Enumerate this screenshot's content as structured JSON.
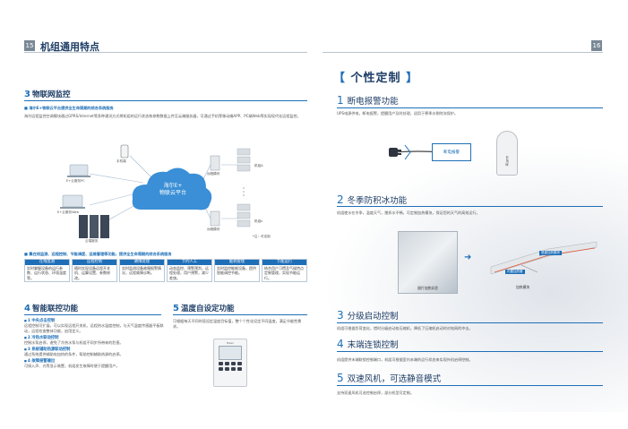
{
  "header": {
    "page_left": "15",
    "page_right": "16",
    "title": "机组通用特点"
  },
  "s3": {
    "num": "3",
    "title": "物联网监控",
    "lead": "■ 海尔E+物联云平台提供全生命周期的综合系统服务",
    "body": "海尔远程监控空调模块通过GPRS/Internet等多种通讯方式将机组的运行状态和参数数据上传至云端服务器，可通过手机等移动端APP、PC端Web等实现现代化远程监控。",
    "diagram": {
      "cloud_line1": "海尔E+",
      "cloud_line2": "物联云平台",
      "server_label": "云端服务",
      "pc_label1": "E+云服务PC",
      "pc_label2": "E+云服务Web",
      "phone_label": "手机端",
      "module1": "远程模块",
      "module2": "远程模块",
      "unit_a": "机组A",
      "unit_b": "机组n",
      "note": "*注：可定制"
    }
  },
  "features": {
    "lead": "■ 集在线监测、远程控制、节能调度、运维管理等功能，提供全生命周期的综合系统服务",
    "items": [
      {
        "head": "在线监测",
        "body": "实时掌握设备的运行参数、运行状态、环境温度等。"
      },
      {
        "head": "远程控制",
        "body": "随时实现设备远程开关机、运算设置、参数修改。"
      },
      {
        "head": "故障处理",
        "body": "实时监测设备故障报警情况，远程故障诊断。"
      },
      {
        "head": "节约人工",
        "body": "动态监控、预警预判，远程处理，用户预警，减少差旅。"
      },
      {
        "head": "能耗管理",
        "body": "实时监控能耗设备，提供智能调控节能。"
      },
      {
        "head": "节能运行",
        "body": "结合用户习惯及气候特点定制管理，实现节能运行。"
      }
    ]
  },
  "s4": {
    "num": "4",
    "title": "智能联控功能",
    "items": [
      {
        "title": "1 中央点击控制",
        "body": "远程控制可扩展，可以实现远程开关机、远程热水温度控制，与天气温度传感器平板联动，远程检查整体功能，启用定义。"
      },
      {
        "title": "2 冷热水联动控制",
        "body": "控制水泵启停，避免了冷热水泵与机组不同步所带来的危害。"
      },
      {
        "title": "3 系统辅助热源联动控制",
        "body": "通过系统提供辅助电加热的条件，帮助控制辅助热源的启停。"
      },
      {
        "title": "4 故障报警输出",
        "body": "可接入声、光等显示装置，机组发生故障时便于提醒用户。"
      }
    ]
  },
  "s5": {
    "num": "5",
    "title": "温度自设定功能",
    "body": "可根据每天不同时段设定温度目标值，整个个性化设定不同温度，满足节能性需求。",
    "controller_brand": "Haier"
  },
  "right": {
    "custom_title": "个性定制",
    "sections": [
      {
        "num": "1",
        "title": "断电报警功能",
        "body": "UPS电源供电，断电报警，提醒用户及时处理，适用于寒季水侧除冻保护。"
      },
      {
        "num": "2",
        "title": "冬季防积冰功能",
        "body": "机组使水在冬季，温度天气，搅拌水不畅，可定制加热模块，保证您的天气的高效运行。"
      },
      {
        "num": "3",
        "title": "分级启动控制",
        "body": "机组可根据负荷变化，错时分级启动各压缩机，降低了压缩机启动时对电网的冲击。"
      },
      {
        "num": "4",
        "title": "末端连锁控制",
        "body": "机组提供末端联锁控制端口，机组可根据室内末端的运行状态来实现外机启停控制。"
      },
      {
        "num": "5",
        "title": "双速风机，可选静音模式",
        "body": "支持双速风机可选控制启停，部分机型可定制。"
      }
    ],
    "alarm": {
      "box_label": "断电报警",
      "device_label": "Alarm"
    },
    "anti_ice": {
      "photo_label": "翅片加热实验",
      "callout1": "底盘加热模块",
      "callout2": "内置加热管",
      "module_label": "加热模块"
    }
  }
}
